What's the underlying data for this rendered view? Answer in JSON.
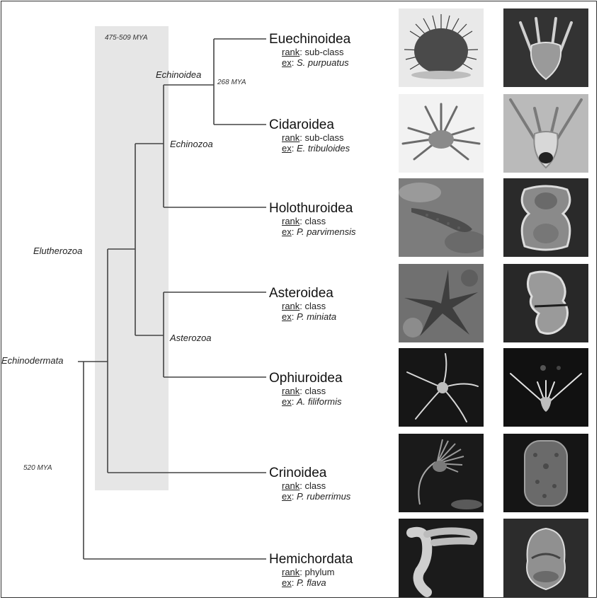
{
  "clades": {
    "echinodermata": "Echinodermata",
    "eleutherozoa": "Elutherozoa",
    "echinozoa": "Echinozoa",
    "echinoidea": "Echinoidea",
    "asterozoa": "Asterozoa"
  },
  "times": {
    "shade": "475-509 MYA",
    "echinoidea_split": "268 MYA",
    "root": "520 MYA"
  },
  "label_keys": {
    "rank": "rank",
    "example": "ex"
  },
  "taxa": [
    {
      "name": "Euechinoidea",
      "rank": "sub-class",
      "example": "S. purpuatus"
    },
    {
      "name": "Cidaroidea",
      "rank": "sub-class",
      "example": "E. tribuloides"
    },
    {
      "name": "Holothuroidea",
      "rank": "class",
      "example": "P. parvimensis"
    },
    {
      "name": "Asteroidea",
      "rank": "class",
      "example": "P. miniata"
    },
    {
      "name": "Ophiuroidea",
      "rank": "class",
      "example": "A. filiformis"
    },
    {
      "name": "Crinoidea",
      "rank": "class",
      "example": "P. ruberrimus"
    },
    {
      "name": "Hemichordata",
      "rank": "phylum",
      "example": "P. flava"
    }
  ]
}
